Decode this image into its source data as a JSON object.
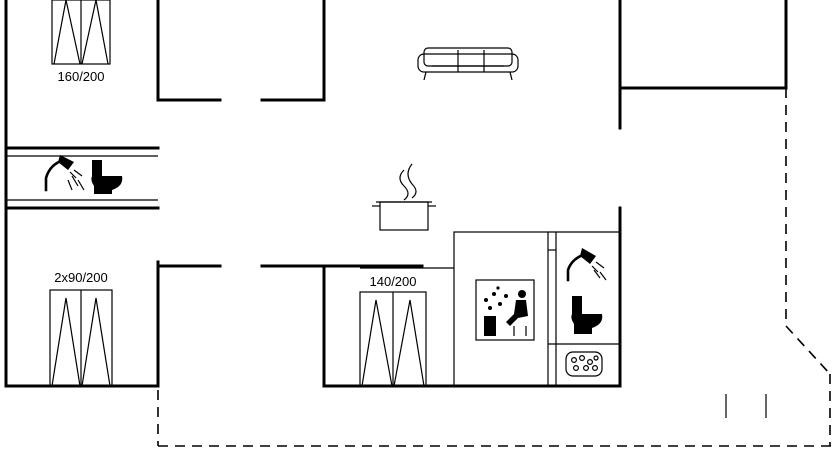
{
  "beds": [
    {
      "label": "160/200"
    },
    {
      "label": "2x90/200"
    },
    {
      "label": "140/200"
    }
  ],
  "icons": [
    "bed-icon",
    "sofa-icon",
    "shower-icon",
    "toilet-icon",
    "cooking-pot-icon",
    "sauna-icon",
    "whirlpool-icon"
  ],
  "colors": {
    "line": "#000000",
    "background": "#ffffff"
  }
}
